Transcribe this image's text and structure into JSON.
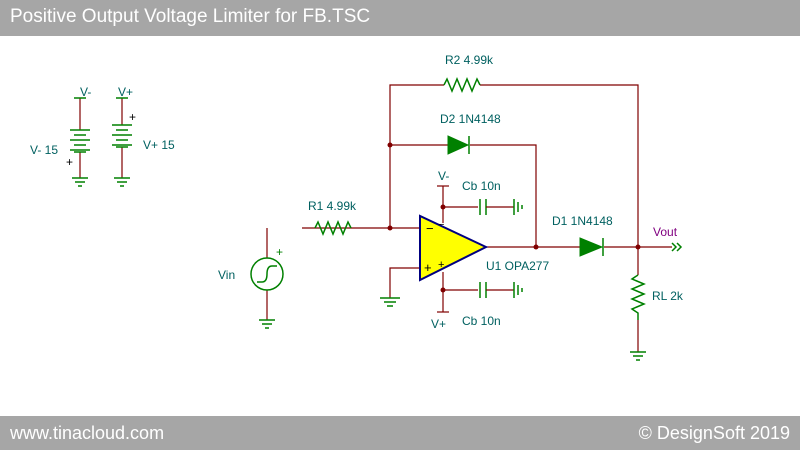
{
  "title": "Positive Output Voltage Limiter for FB.TSC",
  "footer": {
    "website": "www.tinacloud.com",
    "copyright": "© DesignSoft 2019"
  },
  "labels": {
    "vminus_node": "V-",
    "vplus_node": "V+",
    "vminus_source": "V- 15",
    "vplus_source": "V+ 15",
    "r2": "R2 4.99k",
    "d2": "D2 1N4148",
    "vminus_opamp": "V-",
    "cb_top": "Cb 10n",
    "r1": "R1 4.99k",
    "d1": "D1 1N4148",
    "vout": "Vout",
    "vin": "Vin",
    "opamp": "U1 OPA277",
    "rl": "RL 2k",
    "vplus_opamp": "V+",
    "cb_bottom": "Cb 10n",
    "plus": "+",
    "minus": "−"
  },
  "colors": {
    "bars": "#a6a6a6",
    "wire": "#800000",
    "component": "#008000",
    "label": "#006060",
    "opamp_fill": "#ffff00",
    "vout": "#800080"
  }
}
